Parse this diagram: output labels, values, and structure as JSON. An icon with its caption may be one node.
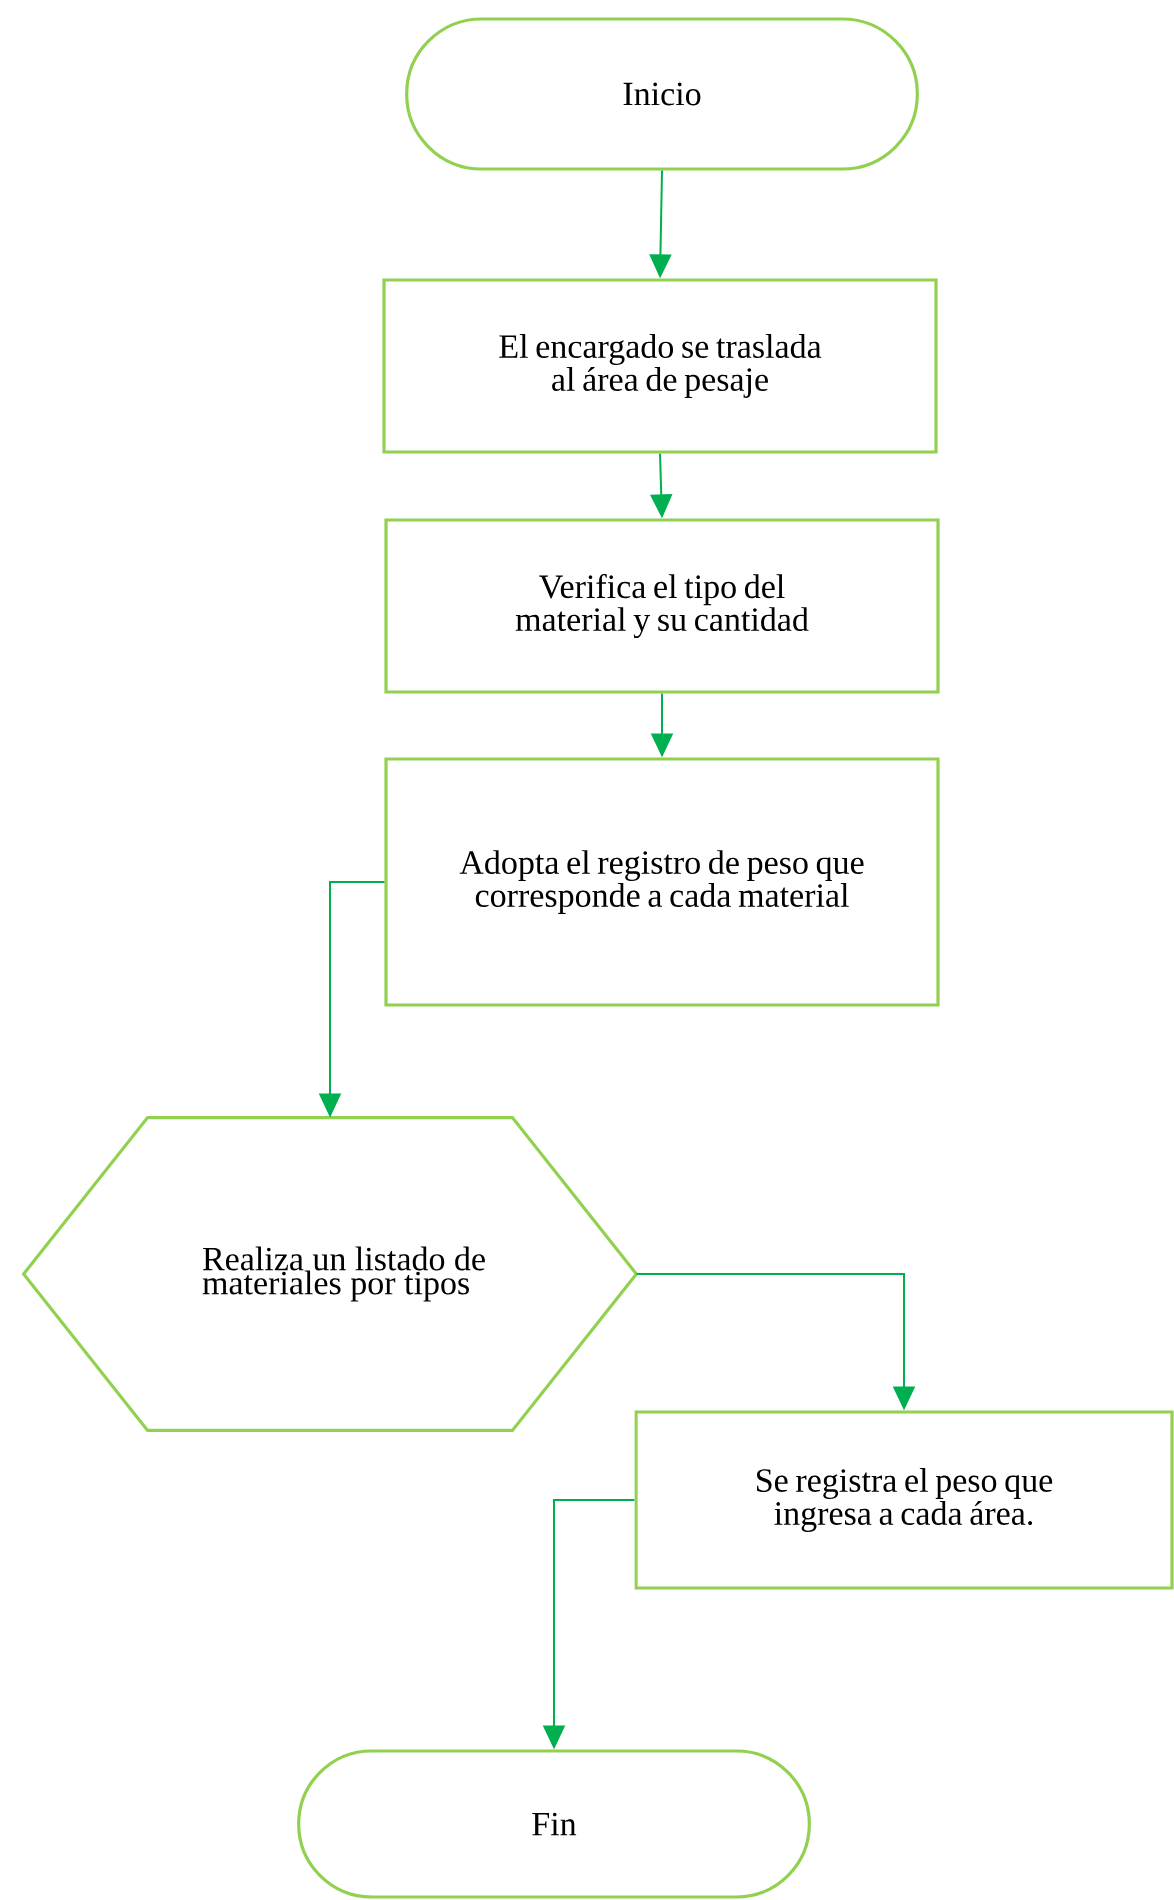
{
  "diagram": {
    "nodes": [
      {
        "text": [
          "Inicio"
        ]
      },
      {
        "text": [
          "El encargado se traslada al área de pesaje"
        ]
      },
      {
        "text": [
          "Verifica el tipo del material y su cantidad"
        ]
      },
      {
        "text": [
          "Adopta el registro de peso que corresponde a cada material"
        ]
      },
      {
        "text": [
          "Realiza un listado de materiales por tipos"
        ]
      },
      {
        "text": [
          "Se registra el peso que ingresa a cada área."
        ]
      },
      {
        "text": [
          "Fin"
        ]
      }
    ],
    "edges": [
      {
        "from": 0,
        "to": 1,
        "arrow": "to"
      },
      {
        "from": 1,
        "to": 2,
        "arrow": "to"
      },
      {
        "from": 2,
        "to": 3,
        "arrow": "to"
      },
      {
        "from": 3,
        "to": 4,
        "arrow": "to"
      },
      {
        "from": 4,
        "to": 5,
        "arrow": "to"
      },
      {
        "from": 5,
        "to": 6,
        "arrow": "to"
      }
    ]
  }
}
